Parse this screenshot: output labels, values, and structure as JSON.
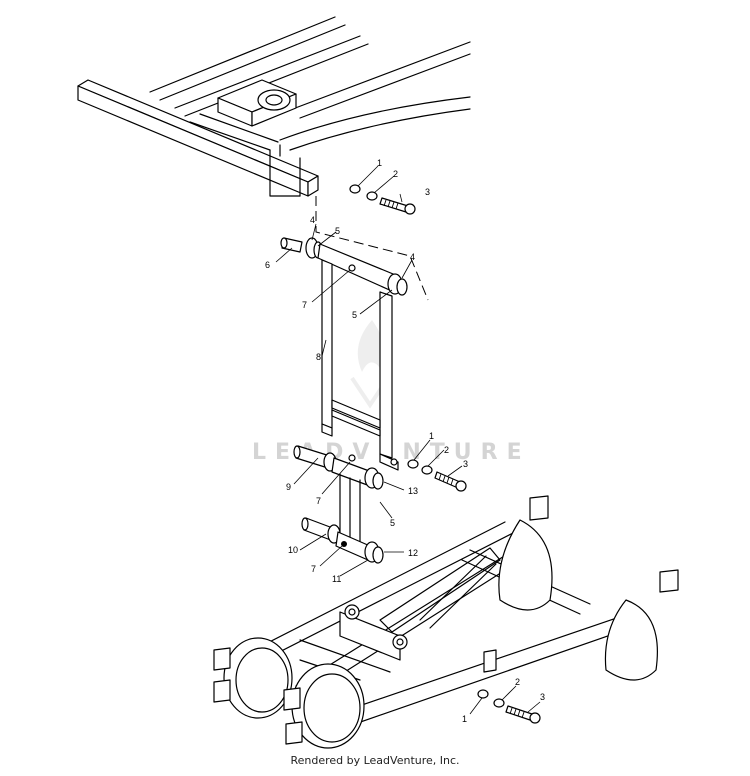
{
  "watermark": {
    "text": "LEADVENTURE"
  },
  "footer": {
    "text": "Rendered by LeadVenture, Inc."
  },
  "callouts": [
    {
      "id": "c1a",
      "label": "1"
    },
    {
      "id": "c2a",
      "label": "2"
    },
    {
      "id": "c3a",
      "label": "3"
    },
    {
      "id": "c4a",
      "label": "4"
    },
    {
      "id": "c5a",
      "label": "5"
    },
    {
      "id": "c6",
      "label": "6"
    },
    {
      "id": "c4b",
      "label": "4"
    },
    {
      "id": "c7a",
      "label": "7"
    },
    {
      "id": "c5b",
      "label": "5"
    },
    {
      "id": "c8",
      "label": "8"
    },
    {
      "id": "c1b",
      "label": "1"
    },
    {
      "id": "c2b",
      "label": "2"
    },
    {
      "id": "c3b",
      "label": "3"
    },
    {
      "id": "c9",
      "label": "9"
    },
    {
      "id": "c7b",
      "label": "7"
    },
    {
      "id": "c13",
      "label": "13"
    },
    {
      "id": "c5c",
      "label": "5"
    },
    {
      "id": "c10",
      "label": "10"
    },
    {
      "id": "c12",
      "label": "12"
    },
    {
      "id": "c7c",
      "label": "7"
    },
    {
      "id": "c11",
      "label": "11"
    },
    {
      "id": "c1c",
      "label": "1"
    },
    {
      "id": "c2c",
      "label": "2"
    },
    {
      "id": "c3c",
      "label": "3"
    }
  ]
}
